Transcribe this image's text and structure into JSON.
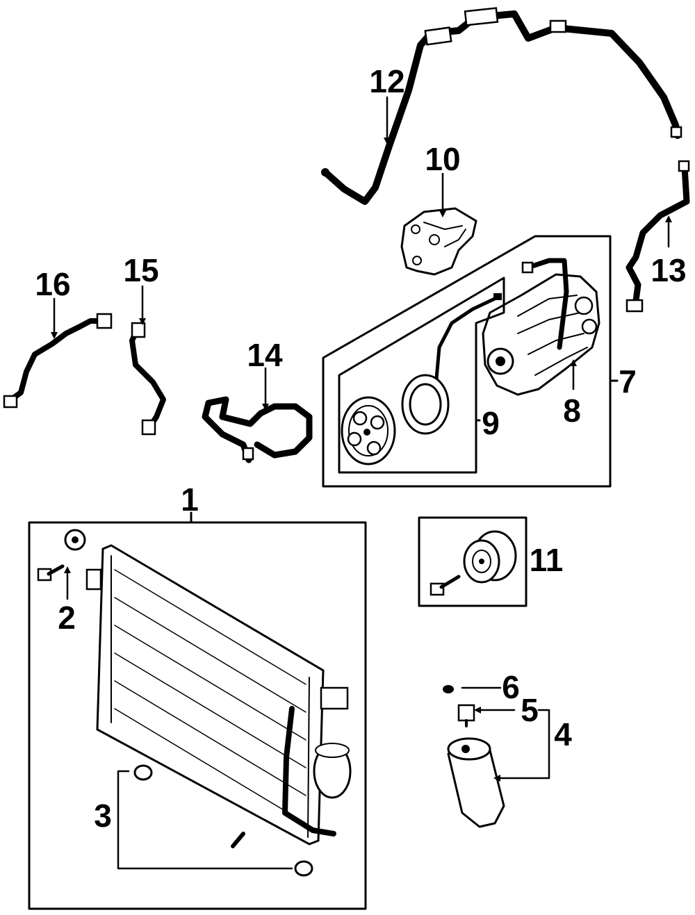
{
  "diagram": {
    "callouts": {
      "c1": "1",
      "c2": "2",
      "c3": "3",
      "c4": "4",
      "c5": "5",
      "c6": "6",
      "c7": "7",
      "c8": "8",
      "c9": "9",
      "c10": "10",
      "c11": "11",
      "c12": "12",
      "c13": "13",
      "c14": "14",
      "c15": "15",
      "c16": "16"
    },
    "colors": {
      "ink": "#000000",
      "paper": "#ffffff",
      "shade": "#777777"
    }
  }
}
